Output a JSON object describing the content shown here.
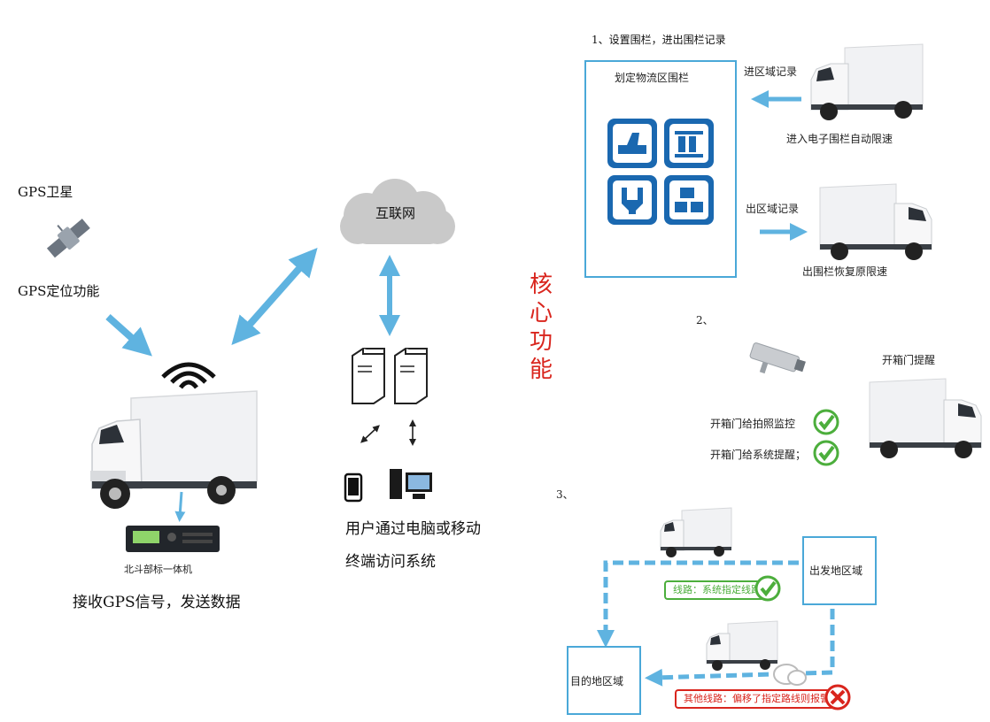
{
  "colors": {
    "arrow": "#5fb3e0",
    "core": "#d9251d",
    "green": "#4cae3c",
    "red": "#d9251d",
    "icon": "#1a68b0"
  },
  "left": {
    "satellite_label": "GPS卫星",
    "positioning_label": "GPS定位功能",
    "device_label": "北斗部标一体机",
    "receive_label": "接收GPS信号，发送数据"
  },
  "middle": {
    "cloud_label": "互联网",
    "access_line1": "用户通过电脑或移动",
    "access_line2": "终端访问系统"
  },
  "core": [
    "核",
    "心",
    "功",
    "能"
  ],
  "section1": {
    "title": "1、设置围栏，进出围栏记录",
    "fence_label": "划定物流区围栏",
    "enter_record": "进区域记录",
    "enter_desc": "进入电子围栏自动限速",
    "exit_record": "出区域记录",
    "exit_desc": "出围栏恢复原限速"
  },
  "section2": {
    "number": "2、",
    "title": "开箱门提醒",
    "photo_item": "开箱门给拍照监控",
    "alert_item": "开箱门给系统提醒；"
  },
  "section3": {
    "number": "3、",
    "origin": "出发地区域",
    "destination": "目的地区域",
    "route_ok": "线路：系统指定线路",
    "route_alarm": "其他线路：偏移了指定路线则报警"
  }
}
